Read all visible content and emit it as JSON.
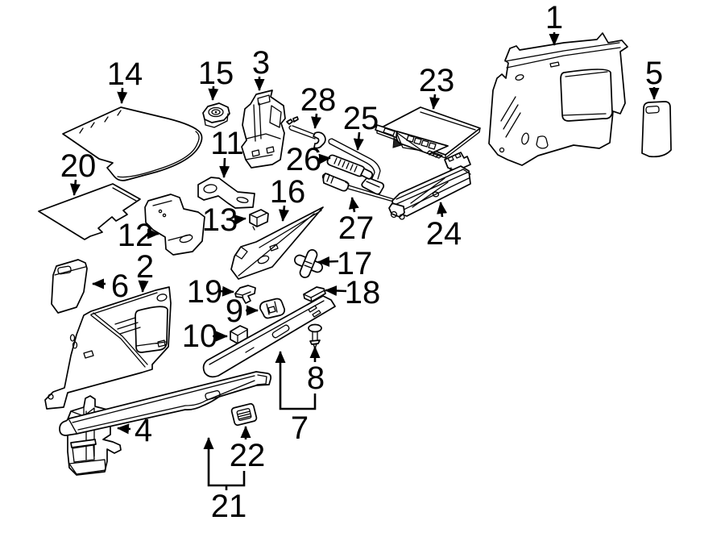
{
  "figure": {
    "kind": "exploded-parts-line-diagram",
    "background": "#ffffff",
    "line_color": "#000000"
  },
  "callouts": [
    {
      "label": "1"
    },
    {
      "label": "2"
    },
    {
      "label": "3"
    },
    {
      "label": "4"
    },
    {
      "label": "5"
    },
    {
      "label": "6"
    },
    {
      "label": "7"
    },
    {
      "label": "8"
    },
    {
      "label": "9"
    },
    {
      "label": "10"
    },
    {
      "label": "11"
    },
    {
      "label": "12"
    },
    {
      "label": "13"
    },
    {
      "label": "14"
    },
    {
      "label": "15"
    },
    {
      "label": "16"
    },
    {
      "label": "17"
    },
    {
      "label": "18"
    },
    {
      "label": "19"
    },
    {
      "label": "20"
    },
    {
      "label": "21"
    },
    {
      "label": "22"
    },
    {
      "label": "23"
    },
    {
      "label": "24"
    },
    {
      "label": "25"
    },
    {
      "label": "26"
    },
    {
      "label": "27"
    },
    {
      "label": "28"
    }
  ]
}
